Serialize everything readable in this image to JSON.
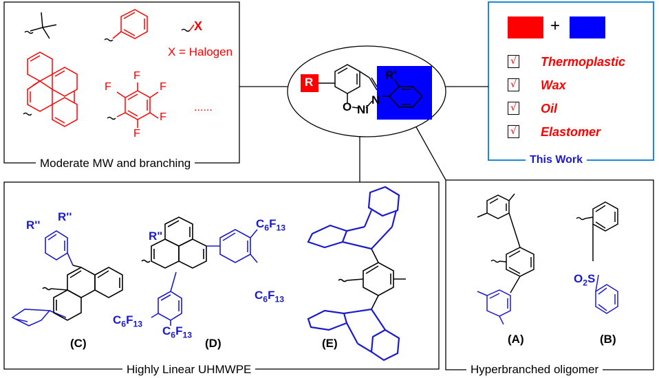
{
  "panels": {
    "top_left": {
      "title": "Moderate MW and branching",
      "halogen_label": "X = Halogen",
      "x_symbol": "X",
      "fluorine": "F",
      "ellipsis": "......"
    },
    "top_right": {
      "title": "This Work",
      "plus": "+",
      "check": "√",
      "properties": [
        "Thermoplastic",
        "Wax",
        "Oil",
        "Elastomer"
      ],
      "colors": {
        "red": "#ff0000",
        "blue": "#0000ff"
      }
    },
    "center": {
      "R": "R",
      "R_prime": "R'",
      "O": "O",
      "Ni": "Ni",
      "N": "N"
    },
    "bottom_middle": {
      "title": "Highly Linear UHMWPE",
      "labels": [
        "(C)",
        "(D)",
        "(E)"
      ],
      "R_double_prime": "R''",
      "R_double_prime_d": "R\"",
      "c6f13_main": "C",
      "c6f13_sub1": "6",
      "c6f13_mid": "F",
      "c6f13_sub2": "13"
    },
    "bottom_right": {
      "title": "Hyperbranched oligomer",
      "labels": [
        "(A)",
        "(B)"
      ],
      "so2_main": "O",
      "so2_sub": "2",
      "so2_s": "S"
    }
  }
}
